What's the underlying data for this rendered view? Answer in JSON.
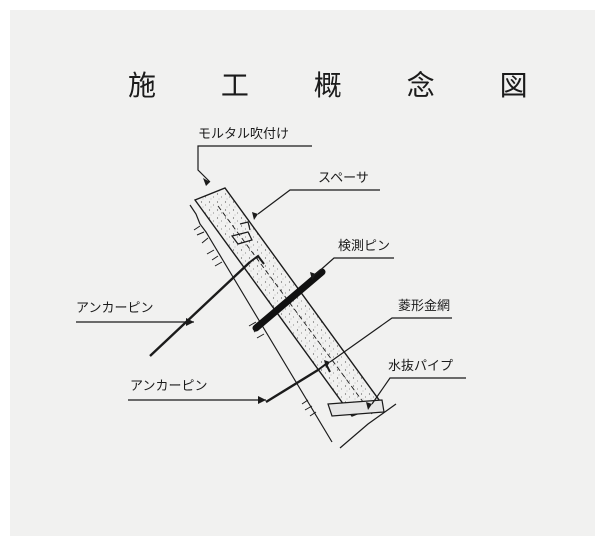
{
  "title": "施 工 概 念 図",
  "labels": {
    "mortar": "モルタル吹付け",
    "spacer": "スペーサ",
    "inspection_pin": "検測ピン",
    "anchor_pin_upper": "アンカーピン",
    "wire_mesh": "菱形金網",
    "drain_pipe": "水抜パイプ",
    "anchor_pin_lower": "アンカーピン"
  },
  "colors": {
    "paper": "#f1f1f0",
    "ink": "#1b1b1b"
  }
}
